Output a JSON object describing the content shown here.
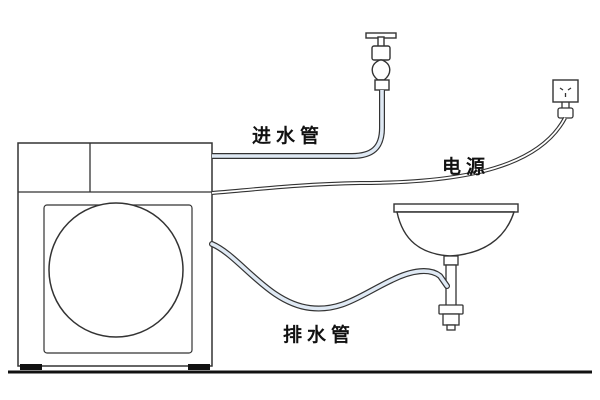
{
  "labels": {
    "inlet_hose": "进水管",
    "power": "电源",
    "drain_hose": "排水管"
  },
  "components": {
    "washing_machine": "front-loading-washer-icon",
    "faucet": "faucet-icon",
    "outlet": "power-outlet-icon",
    "plug": "power-plug-icon",
    "sink": "wash-basin-icon",
    "trap": "drain-trap-icon"
  },
  "colors": {
    "line": "#333333",
    "hose_fill": "#dfe9f4",
    "floor": "#111111",
    "background": "#ffffff"
  }
}
